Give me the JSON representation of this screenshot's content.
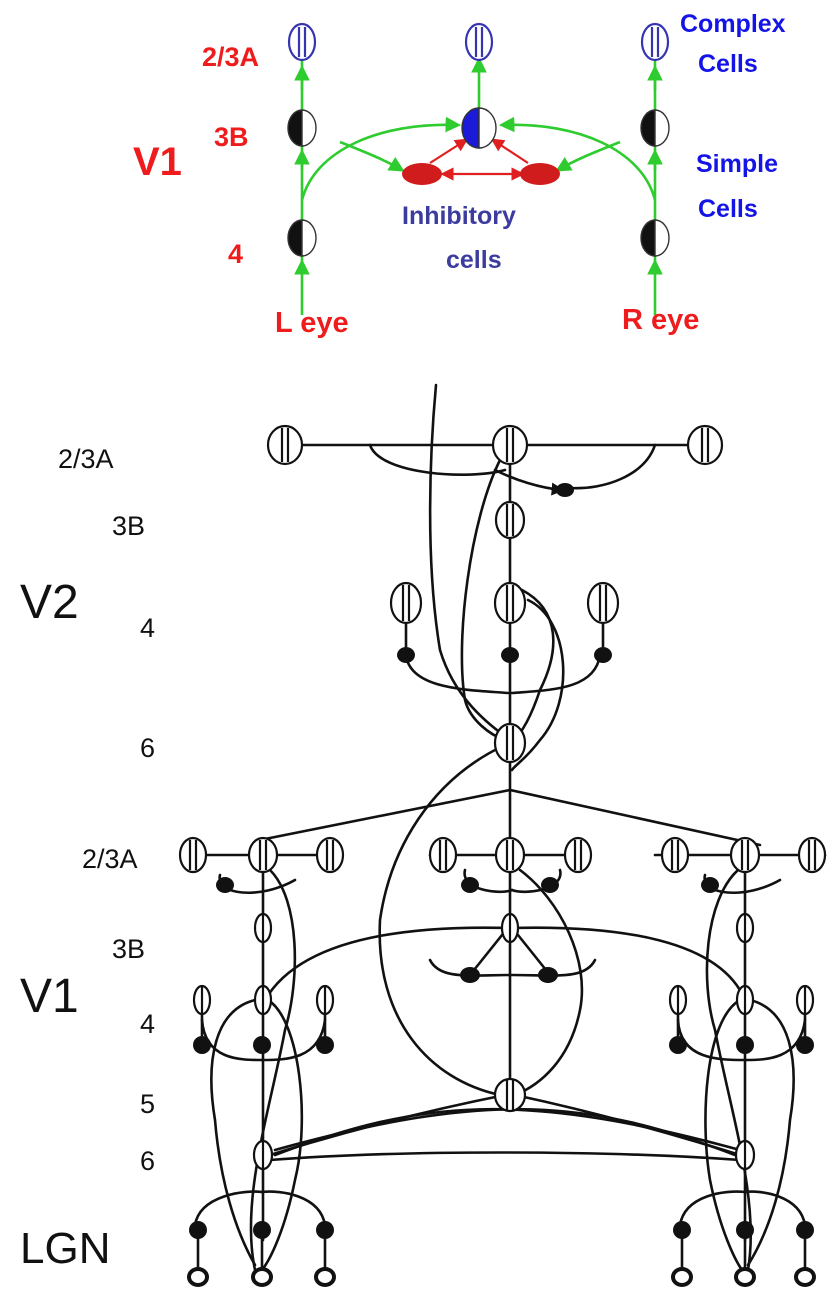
{
  "top_panel": {
    "region_label": "V1",
    "layer_labels": {
      "l23a": "2/3A",
      "l3b": "3B",
      "l4": "4"
    },
    "complex_label_line1": "Complex",
    "complex_label_line2": "Cells",
    "simple_label_line1": "Simple",
    "simple_label_line2": "Cells",
    "inhibitory_label_line1": "Inhibitory",
    "inhibitory_label_line2": "cells",
    "left_eye_label": "L eye",
    "right_eye_label": "R eye"
  },
  "bottom_panel": {
    "v2_label": "V2",
    "v2_layers": {
      "l23a": "2/3A",
      "l3b": "3B",
      "l4": "4",
      "l6": "6"
    },
    "v1_label": "V1",
    "v1_layers": {
      "l23a": "2/3A",
      "l3b": "3B",
      "l4": "4",
      "l5": "5",
      "l6": "6"
    },
    "lgn_label": "LGN"
  },
  "colors": {
    "label_red": "#ee1c1c",
    "label_blue": "#1414e6",
    "inhibitory_blue": "#3c3ca0",
    "cell_outline_blue": "#3535b0",
    "excitatory_green": "#2ecc2e",
    "inhibitory_red": "#e02020",
    "inhib_fill": "#d01c1c",
    "binocular_blue": "#1a1ad8",
    "ink": "#111111"
  }
}
